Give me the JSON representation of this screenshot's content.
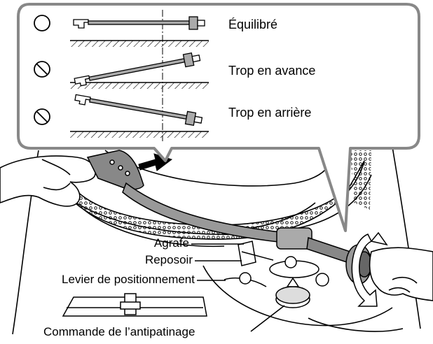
{
  "panel": {
    "rows": [
      {
        "status": "correct",
        "status_icon": "circle-ok-icon",
        "label": "Équilibré"
      },
      {
        "status": "incorrect",
        "status_icon": "prohibited-icon",
        "label": "Trop en avance"
      },
      {
        "status": "incorrect",
        "status_icon": "prohibited-icon",
        "label": "Trop en arrière"
      }
    ]
  },
  "callouts": {
    "clip": "Agrafe",
    "rest": "Reposoir",
    "lever": "Levier de positionnement",
    "antiskate": "Commande de l’antipatinage"
  }
}
